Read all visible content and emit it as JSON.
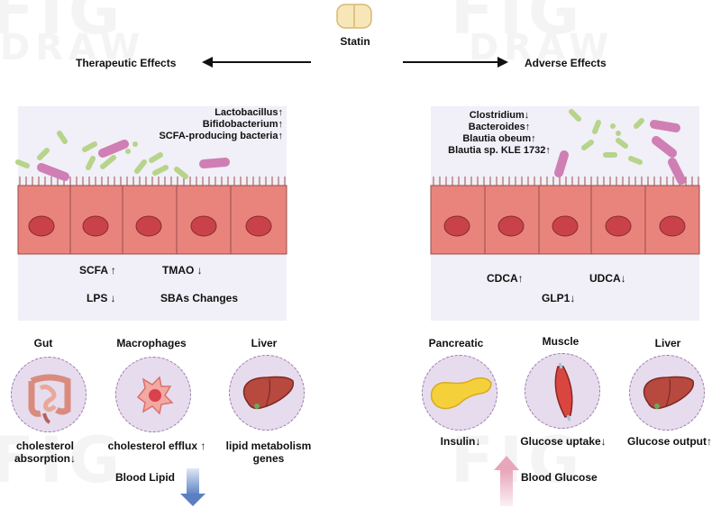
{
  "watermark": {
    "fig": "FIG",
    "draw": "DRAW"
  },
  "top": {
    "statin": "Statin",
    "therapeutic": "Therapeutic Effects",
    "adverse": "Adverse Effects"
  },
  "left_panel": {
    "bacteria": [
      "Lactobacillus↑",
      "Bifidobacterium↑",
      "SCFA-producing bacteria↑"
    ],
    "scfa": "SCFA ↑",
    "tmao": "TMAO  ↓",
    "lps": "LPS  ↓",
    "sbas": "SBAs Changes"
  },
  "right_panel": {
    "bacteria": [
      "Clostridium↓",
      "Bacteroides↑",
      "Blautia obeum↑",
      "Blautia sp. KLE 1732↑"
    ],
    "cdca": "CDCA↑",
    "udca": "UDCA↓",
    "glp1": "GLP1↓"
  },
  "organs_left": [
    {
      "title": "Gut",
      "effect": [
        "cholesterol",
        "absorption↓"
      ],
      "icon": "intestine-icon"
    },
    {
      "title": "Macrophages",
      "effect": [
        "cholesterol efflux ↑"
      ],
      "icon": "macrophage-icon"
    },
    {
      "title": "Liver",
      "effect": [
        "lipid metabolism",
        "genes"
      ],
      "icon": "liver-icon"
    }
  ],
  "organs_right": [
    {
      "title": "Pancreatic",
      "effect": [
        "Insulin↓"
      ],
      "icon": "pancreas-icon"
    },
    {
      "title": "Muscle",
      "effect": [
        "Glucose uptake↓"
      ],
      "icon": "muscle-icon"
    },
    {
      "title": "Liver",
      "effect": [
        "Glucose output↑"
      ],
      "icon": "liver-icon"
    }
  ],
  "bottom": {
    "blood_lipid": "Blood Lipid",
    "blood_glucose": "Blood Glucose"
  },
  "colors": {
    "cell": "#e8847c",
    "nucleus": "#c9424a",
    "panel": "#f1eff7",
    "circle": "#e6dcee",
    "rod_bacteria": "#b6d48a",
    "pink_bacteria": "#cf7fb4"
  }
}
